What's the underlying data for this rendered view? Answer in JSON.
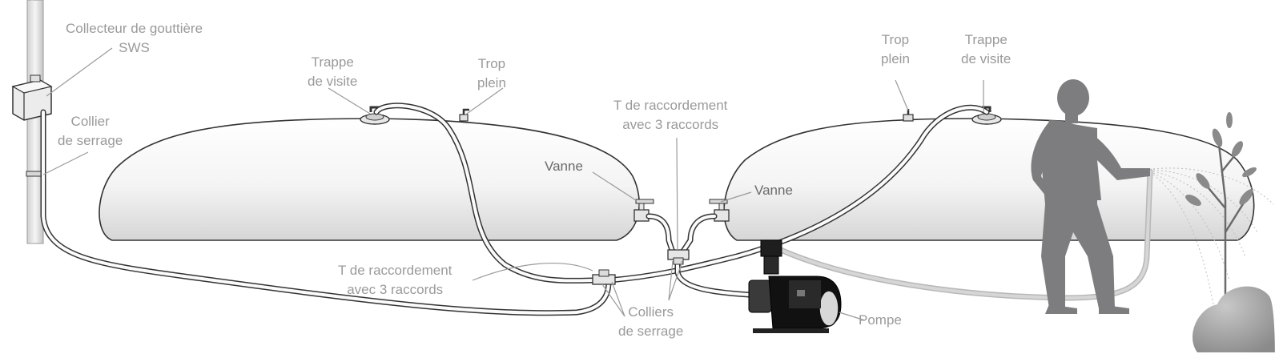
{
  "labels": {
    "gutter_collector": [
      "Collecteur de gouttière",
      "SWS"
    ],
    "clamp_left": [
      "Collier",
      "de serrage"
    ],
    "hatch_left": [
      "Trappe",
      "de visite"
    ],
    "overflow_left": [
      "Trop",
      "plein"
    ],
    "tee_top": [
      "T de raccordement",
      "avec 3 raccords"
    ],
    "overflow_right": [
      "Trop",
      "plein"
    ],
    "hatch_right": [
      "Trappe",
      "de visite"
    ],
    "valve_left": "Vanne",
    "valve_right": "Vanne",
    "tee_bottom": [
      "T de raccordement",
      "avec 3 raccords"
    ],
    "clamps_bottom": [
      "Colliers",
      "de serrage"
    ],
    "pump": "Pompe"
  },
  "colors": {
    "label": "#9a9a9a",
    "label_dark": "#6a6a6a",
    "outline": "#333333",
    "tank_fill": "#f2f2f2",
    "person": "#7d7d80",
    "pump_body": "#1e1e1e",
    "hose_hi": "#b8b8b8"
  }
}
